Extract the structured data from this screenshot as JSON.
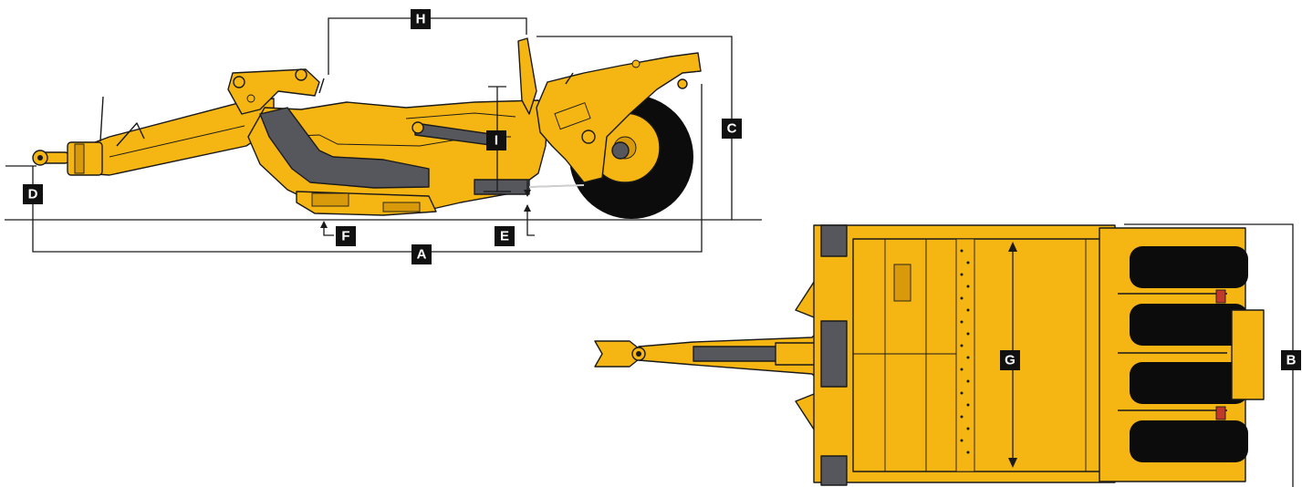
{
  "labels": {
    "A": "A",
    "B": "B",
    "C": "C",
    "D": "D",
    "E": "E",
    "F": "F",
    "G": "G",
    "H": "H",
    "I": "I"
  },
  "colors": {
    "machine_yellow": "#F5B512",
    "machine_shadow": "#D89A0A",
    "steel_gray": "#55575C",
    "tire_black": "#0C0C0C",
    "line_black": "#1A1A1A"
  }
}
